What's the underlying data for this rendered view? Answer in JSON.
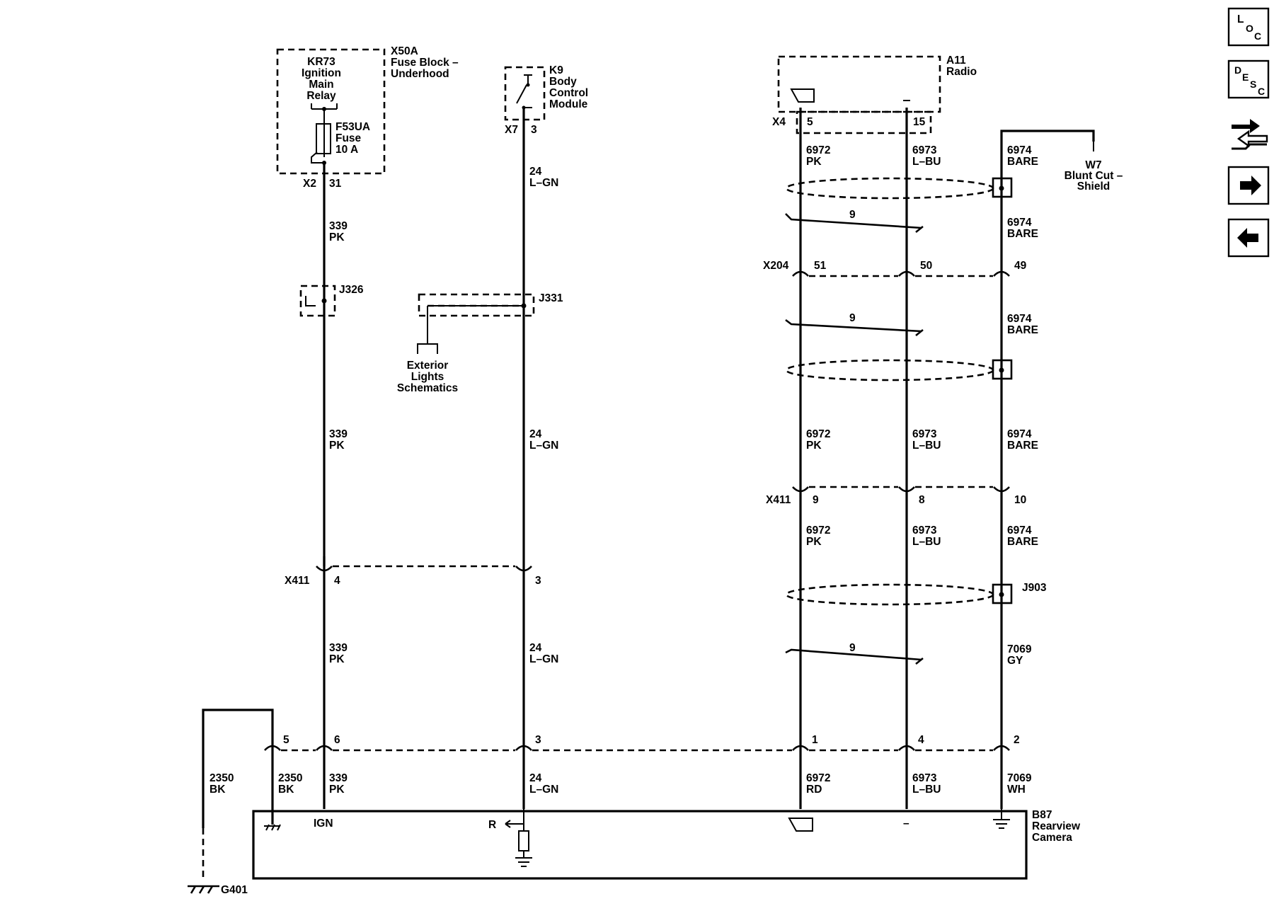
{
  "components": {
    "x50a": {
      "id": "X50A",
      "name_line1": "Fuse Block –",
      "name_line2": "Underhood"
    },
    "kr73": {
      "line1": "KR73",
      "line2": "Ignition",
      "line3": "Main",
      "line4": "Relay"
    },
    "f53ua": {
      "line1": "F53UA",
      "line2": "Fuse",
      "line3": "10 A"
    },
    "x50a_pins": {
      "connector": "X2",
      "pin": "31"
    },
    "k9": {
      "id": "K9",
      "line1": "Body",
      "line2": "Control",
      "line3": "Module",
      "connector": "X7",
      "pin": "3"
    },
    "a11": {
      "id": "A11",
      "name": "Radio",
      "connector": "X4",
      "pin_a": "5",
      "pin_b": "15"
    },
    "w7": {
      "id": "W7",
      "line1": "Blunt Cut –",
      "line2": "Shield"
    },
    "j326": "J326",
    "j331": "J331",
    "j903": "J903",
    "exterior_lights": {
      "line1": "Exterior",
      "line2": "Lights",
      "line3": "Schematics"
    },
    "b87": {
      "id": "B87",
      "line1": "Rearview",
      "line2": "Camera",
      "ign": "IGN",
      "r": "R",
      "minus": "–"
    },
    "g401": "G401"
  },
  "connectors": {
    "x204": {
      "name": "X204",
      "p1": "51",
      "p2": "50",
      "p3": "49"
    },
    "x411_right": {
      "name": "X411",
      "p1": "9",
      "p2": "8",
      "p3": "10"
    },
    "x411_left": {
      "name": "X411",
      "p1": "4",
      "p2": "3"
    },
    "camera": {
      "p5": "5",
      "p6": "6",
      "p3": "3",
      "p1": "1",
      "p4": "4",
      "p2": "2"
    }
  },
  "wires": {
    "w339": {
      "circuit": "339",
      "color": "PK"
    },
    "w24": {
      "circuit": "24",
      "color": "L–GN"
    },
    "w6972": {
      "circuit": "6972",
      "color": "PK"
    },
    "w6972rd": {
      "circuit": "6972",
      "color": "RD"
    },
    "w6973": {
      "circuit": "6973",
      "color": "L–BU"
    },
    "w6974": {
      "circuit": "6974",
      "color": "BARE"
    },
    "w7069gy": {
      "circuit": "7069",
      "color": "GY"
    },
    "w7069wh": {
      "circuit": "7069",
      "color": "WH"
    },
    "w2350": {
      "circuit": "2350",
      "color": "BK"
    },
    "twist": "9"
  },
  "nav": {
    "loc": {
      "l": "L",
      "o": "O",
      "c": "C"
    },
    "desc": {
      "d": "D",
      "e": "E",
      "s": "S",
      "c": "C"
    }
  }
}
